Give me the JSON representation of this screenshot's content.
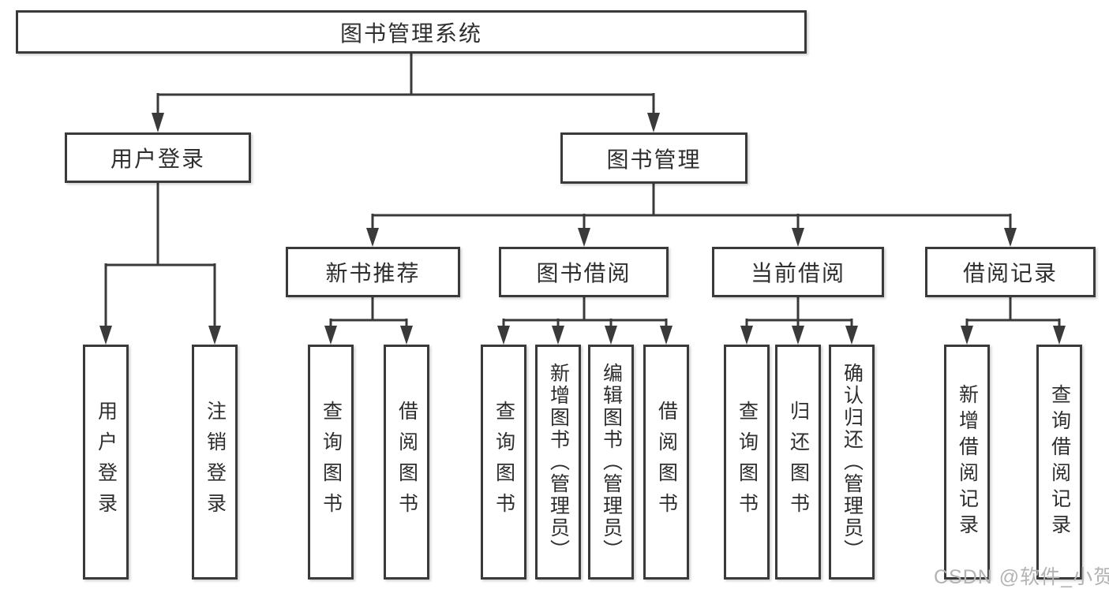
{
  "tree": {
    "root": {
      "label": "图书管理系统",
      "children": [
        {
          "label": "用户登录",
          "children": [
            {
              "label": "用户登录"
            },
            {
              "label": "注销登录"
            }
          ]
        },
        {
          "label": "图书管理",
          "children": [
            {
              "label": "新书推荐",
              "children": [
                {
                  "label": "查询图书"
                },
                {
                  "label": "借阅图书"
                }
              ]
            },
            {
              "label": "图书借阅",
              "children": [
                {
                  "label": "查询图书"
                },
                {
                  "label": "新增图书（管理员）"
                },
                {
                  "label": "编辑图书（管理员）"
                },
                {
                  "label": "借阅图书"
                }
              ]
            },
            {
              "label": "当前借阅",
              "children": [
                {
                  "label": "查询图书"
                },
                {
                  "label": "归还图书"
                },
                {
                  "label": "确认归还（管理员）"
                }
              ]
            },
            {
              "label": "借阅记录",
              "children": [
                {
                  "label": "新增借阅记录"
                },
                {
                  "label": "查询借阅记录"
                }
              ]
            }
          ]
        }
      ]
    }
  },
  "watermark": "CSDN @软件_小贺同学",
  "colors": {
    "line": "#3a3a3a",
    "text": "#2e2e2e",
    "background": "#ffffff",
    "watermark": "#b3b3b3"
  }
}
